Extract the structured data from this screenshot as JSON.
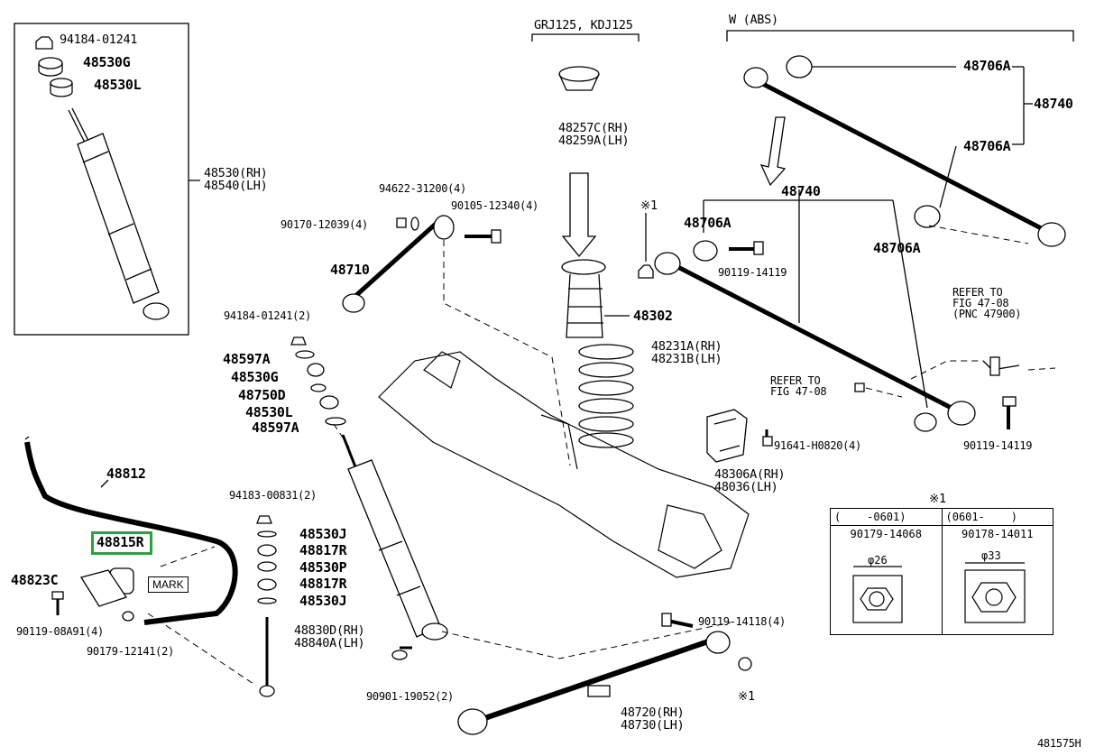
{
  "labels": {
    "n9418401241": "94184-01241",
    "n48530G_top": "48530G",
    "n48530L_top": "48530L",
    "n48530rh": "48530(RH)",
    "n48540lh": "48540(LH)",
    "n9462231200": "94622-31200(4)",
    "n9017012039": "90170-12039(4)",
    "n9010512340": "90105-12340(4)",
    "n48710": "48710",
    "n9418401241_2": "94184-01241(2)",
    "n48597A_1": "48597A",
    "n48530G_2": "48530G",
    "n48750D": "48750D",
    "n48530L_2": "48530L",
    "n48597A_2": "48597A",
    "grj": "GRJ125, KDJ125",
    "n48257C": "48257C(RH)",
    "n48259A": "48259A(LH)",
    "n48302": "48302",
    "n48231A": "48231A(RH)",
    "n48231B": "48231B(LH)",
    "wabs": "W (ABS)",
    "n48706A_1": "48706A",
    "n48740_1": "48740",
    "n48706A_2": "48706A",
    "n48740_2": "48740",
    "x1_a": "※1",
    "n48706A_3": "48706A",
    "n48706A_4": "48706A",
    "n9011914119_a": "90119-14119",
    "refer1a": "REFER TO",
    "refer1b": "FIG 47-08",
    "refer1c": "(PNC 47900)",
    "refer2a": "REFER TO",
    "refer2b": "FIG 47-08",
    "n48306A": "48306A(RH)",
    "n48036": "48036(LH)",
    "n91641": "91641-H0820(4)",
    "n9011914119_b": "90119-14119",
    "n48812": "48812",
    "n48815R": "48815R",
    "n48823C": "48823C",
    "mark": "MARK",
    "n9011908A91": "90119-08A91(4)",
    "n9017912141": "90179-12141(2)",
    "n9418300831": "94183-00831(2)",
    "n48530J_1": "48530J",
    "n48817R_1": "48817R",
    "n48530P": "48530P",
    "n48817R_2": "48817R",
    "n48530J_2": "48530J",
    "n48830D": "48830D(RH)",
    "n48840A": "48840A(LH)",
    "n9090119052": "90901-19052(2)",
    "n9011914118": "90119-14118(4)",
    "n48720": "48720(RH)",
    "n48730": "48730(LH)",
    "x1_b": "※1",
    "figno": "481575H"
  },
  "note_table": {
    "title": "※1",
    "col1_head": "(    -0601)",
    "col2_head": "(0601-    )",
    "col1_part": "90179-14068",
    "col2_part": "90178-14011",
    "col1_dia": "φ26",
    "col2_dia": "φ33"
  },
  "colors": {
    "line": "#000000",
    "highlight": "#2f9e45",
    "background": "#ffffff"
  }
}
